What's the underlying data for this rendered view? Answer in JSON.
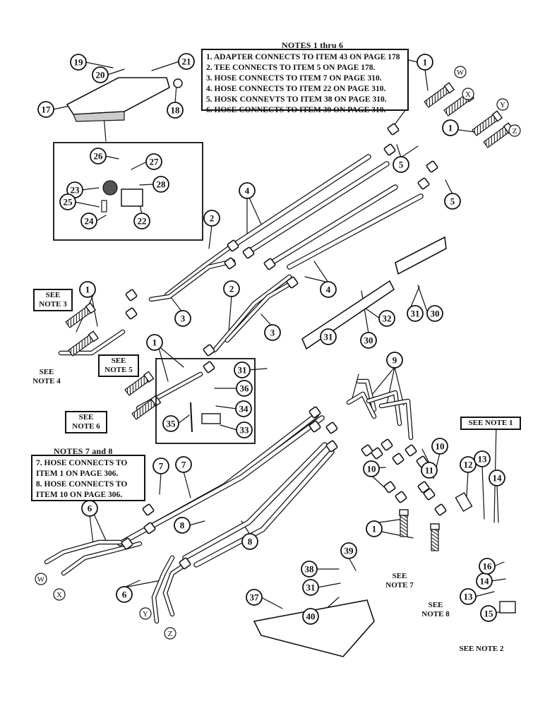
{
  "notes_top": {
    "title": "NOTES 1 thru 6",
    "lines": [
      "1. ADAPTER CONNECTS TO ITEM 43 ON PAGE 178",
      "2. TEE CONNECTS TO ITEM 5 ON PAGE 178.",
      "3. HOSE CONNECTS TO ITEM 7 ON PAGE 310.",
      "4. HOSE CONNECTS TO ITEM 22 ON PAGE 310.",
      "5. HOSK CONNEVTS TO ITEM 38 ON PAGE 310.",
      "6. HOSE CONNECTS TO ITEM 39 ON PAGE 310."
    ]
  },
  "notes_bottom": {
    "title": "NOTES 7 and 8",
    "lines": [
      "7. HOSE CONNECTS TO",
      "ITEM 1 ON PAGE 306.",
      "8. HOSE CONNECTS TO",
      "ITEM 10 ON PAGE 306."
    ]
  },
  "see_notes": [
    {
      "id": "see-note-3",
      "line1": "SEE",
      "line2": "NOTE 3",
      "boxed": true
    },
    {
      "id": "see-note-4",
      "line1": "SEE",
      "line2": "NOTE 4",
      "boxed": false
    },
    {
      "id": "see-note-5",
      "line1": "SEE",
      "line2": "NOTE 5",
      "boxed": true
    },
    {
      "id": "see-note-6",
      "line1": "SEE",
      "line2": "NOTE 6",
      "boxed": true
    },
    {
      "id": "see-note-7",
      "line1": "SEE",
      "line2": "NOTE 7",
      "boxed": false
    },
    {
      "id": "see-note-8",
      "line1": "SEE",
      "line2": "NOTE 8",
      "boxed": false
    },
    {
      "id": "see-note-1",
      "line1": "SEE NOTE 1",
      "line2": "",
      "boxed": true
    },
    {
      "id": "see-note-2",
      "line1": "SEE NOTE 2",
      "line2": "",
      "boxed": false
    }
  ],
  "callouts": [
    "1",
    "1",
    "1",
    "1",
    "1",
    "2",
    "2",
    "3",
    "3",
    "4",
    "4",
    "5",
    "5",
    "6",
    "6",
    "7",
    "7",
    "8",
    "8",
    "9",
    "10",
    "10",
    "11",
    "12",
    "13",
    "13",
    "14",
    "14",
    "15",
    "16",
    "17",
    "18",
    "19",
    "20",
    "21",
    "22",
    "23",
    "24",
    "25",
    "26",
    "27",
    "28",
    "30",
    "30",
    "31",
    "31",
    "31",
    "31",
    "32",
    "33",
    "34",
    "35",
    "36",
    "37",
    "38",
    "39",
    "40"
  ],
  "letters": [
    "W",
    "X",
    "Y",
    "Z",
    "W",
    "X",
    "Y",
    "Z"
  ],
  "colors": {
    "ink": "#111111",
    "paper": "#ffffff",
    "shade": "#555555"
  }
}
